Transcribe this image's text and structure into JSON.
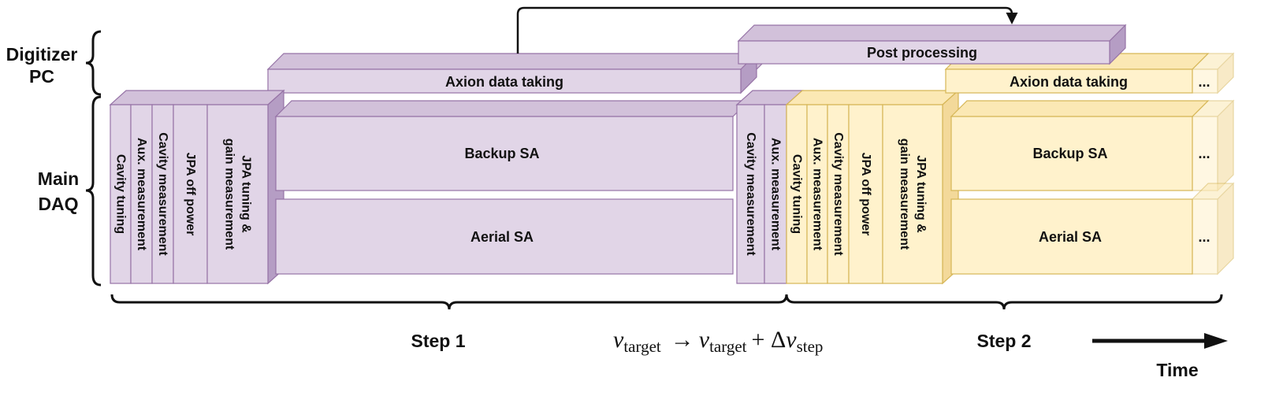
{
  "row_labels": {
    "digitizer": [
      "Digitizer",
      "PC"
    ],
    "main": [
      "Main",
      "DAQ"
    ]
  },
  "step1": {
    "axion": "Axion data taking",
    "backup": "Backup SA",
    "aerial": "Aerial SA",
    "prep": [
      {
        "lines": [
          "Cavity tuning"
        ]
      },
      {
        "lines": [
          "Aux. measurement"
        ]
      },
      {
        "lines": [
          "Cavity measurement"
        ]
      },
      {
        "lines": [
          "JPA off power"
        ]
      },
      {
        "lines": [
          "JPA tuning &",
          "gain measurement"
        ]
      }
    ],
    "post_meas": [
      {
        "lines": [
          "Cavity measurement"
        ]
      },
      {
        "lines": [
          "Aux. measurement"
        ]
      }
    ]
  },
  "post_processing": "Post processing",
  "step2": {
    "axion": "Axion data taking",
    "backup": "Backup SA",
    "aerial": "Aerial SA",
    "ellipsis": "...",
    "prep": [
      {
        "lines": [
          "Cavity tuning"
        ]
      },
      {
        "lines": [
          "Aux. measurement"
        ]
      },
      {
        "lines": [
          "Cavity measurement"
        ]
      },
      {
        "lines": [
          "JPA off power"
        ]
      },
      {
        "lines": [
          "JPA tuning &",
          "gain measurement"
        ]
      }
    ]
  },
  "step_labels": {
    "step1": "Step 1",
    "step2": "Step 2"
  },
  "formula": {
    "nu": "ν",
    "target": "target",
    "arrow": "→",
    "plus_delta": "+ Δ",
    "step": "step"
  },
  "time_label": "Time",
  "colors": {
    "purple_front": "#e1d5e7",
    "purple_side": "#b59dc4",
    "purple_top": "#d2c1da",
    "purple_stroke": "#9673a6",
    "yellow_front": "#fff2cc",
    "yellow_side": "#f3d99a",
    "yellow_top": "#fbe8b4",
    "yellow_stroke": "#d6b656",
    "ink": "#111111"
  }
}
